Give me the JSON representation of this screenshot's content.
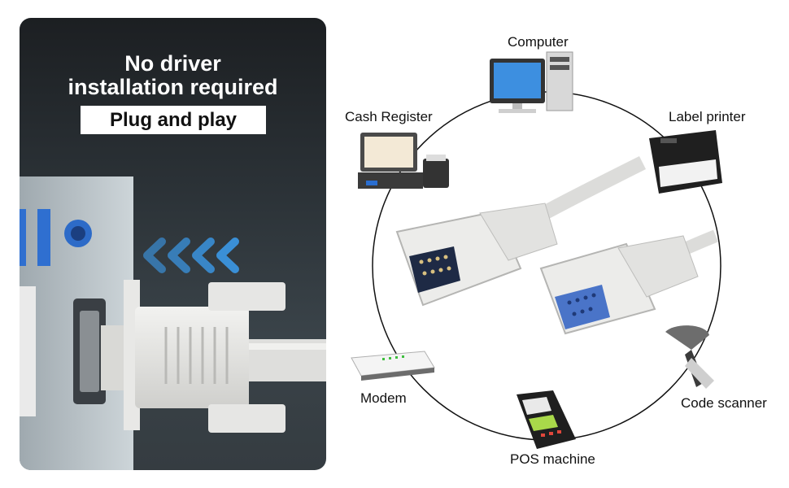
{
  "left": {
    "headline_line1": "No driver",
    "headline_line2": "installation required",
    "badge": "Plug and play"
  },
  "devices": {
    "computer": "Computer",
    "cash_register": "Cash Register",
    "label_printer": "Label printer",
    "modem": "Modem",
    "code_scanner": "Code scanner",
    "pos_machine": "POS machine"
  },
  "colors": {
    "arrow_blue": "#3a8fd6",
    "cable_grey": "#e4e4e2",
    "connector_blue": "#3b63b8"
  }
}
